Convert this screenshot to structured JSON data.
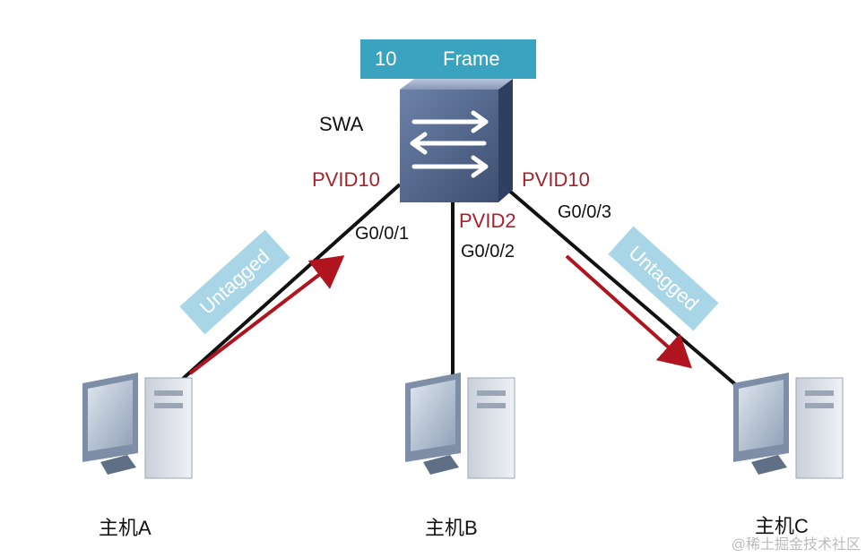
{
  "frame": {
    "vlan": "10",
    "label": "Frame"
  },
  "switch": {
    "name": "SWA"
  },
  "ports": {
    "g1": {
      "pvid": "PVID10",
      "name": "G0/0/1"
    },
    "g2": {
      "pvid": "PVID2",
      "name": "G0/0/2"
    },
    "g3": {
      "pvid": "PVID10",
      "name": "G0/0/3"
    }
  },
  "links": {
    "left_tag": "Untagged",
    "right_tag": "Untagged"
  },
  "hosts": {
    "a": "主机A",
    "b": "主机B",
    "c": "主机C"
  },
  "watermark": "@稀土掘金技术社区",
  "colors": {
    "accent": "#3aa3bf",
    "tag_bg": "#a9d6e6",
    "pvid": "#a8202a",
    "arrow": "#b0151f",
    "switch": "#4a5f85"
  }
}
